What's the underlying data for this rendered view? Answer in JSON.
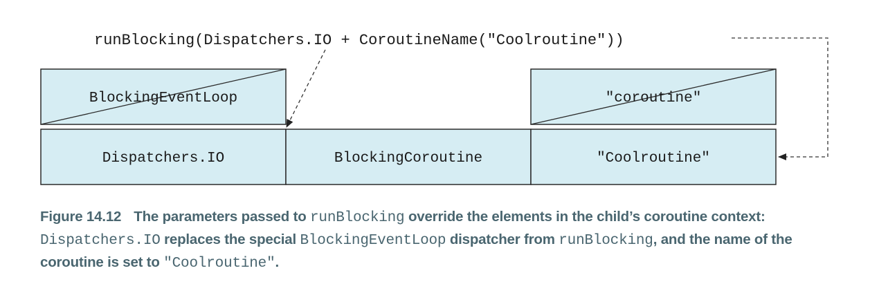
{
  "diagram": {
    "code_line": "runBlocking(Dispatchers.IO + CoroutineName(\"Coolroutine\"))",
    "top_boxes": {
      "left": "BlockingEventLoop",
      "right": "\"coroutine\""
    },
    "bottom_boxes": {
      "dispatcher": "Dispatchers.IO",
      "job": "BlockingCoroutine",
      "name": "\"Coolroutine\""
    }
  },
  "caption": {
    "figure_label": "Figure 14.12",
    "part1": "The parameters passed to ",
    "code1": "runBlocking",
    "part2": " override the elements in the child’s coroutine context: ",
    "code2": "Dispatchers.IO",
    "part3": " replaces the special ",
    "code3": "BlockingEventLoop",
    "part4": " dispatcher from ",
    "code4": "runBlocking",
    "part5": ", and the name of the coroutine is set to ",
    "code5": "\"Coolroutine\"",
    "part6": "."
  }
}
